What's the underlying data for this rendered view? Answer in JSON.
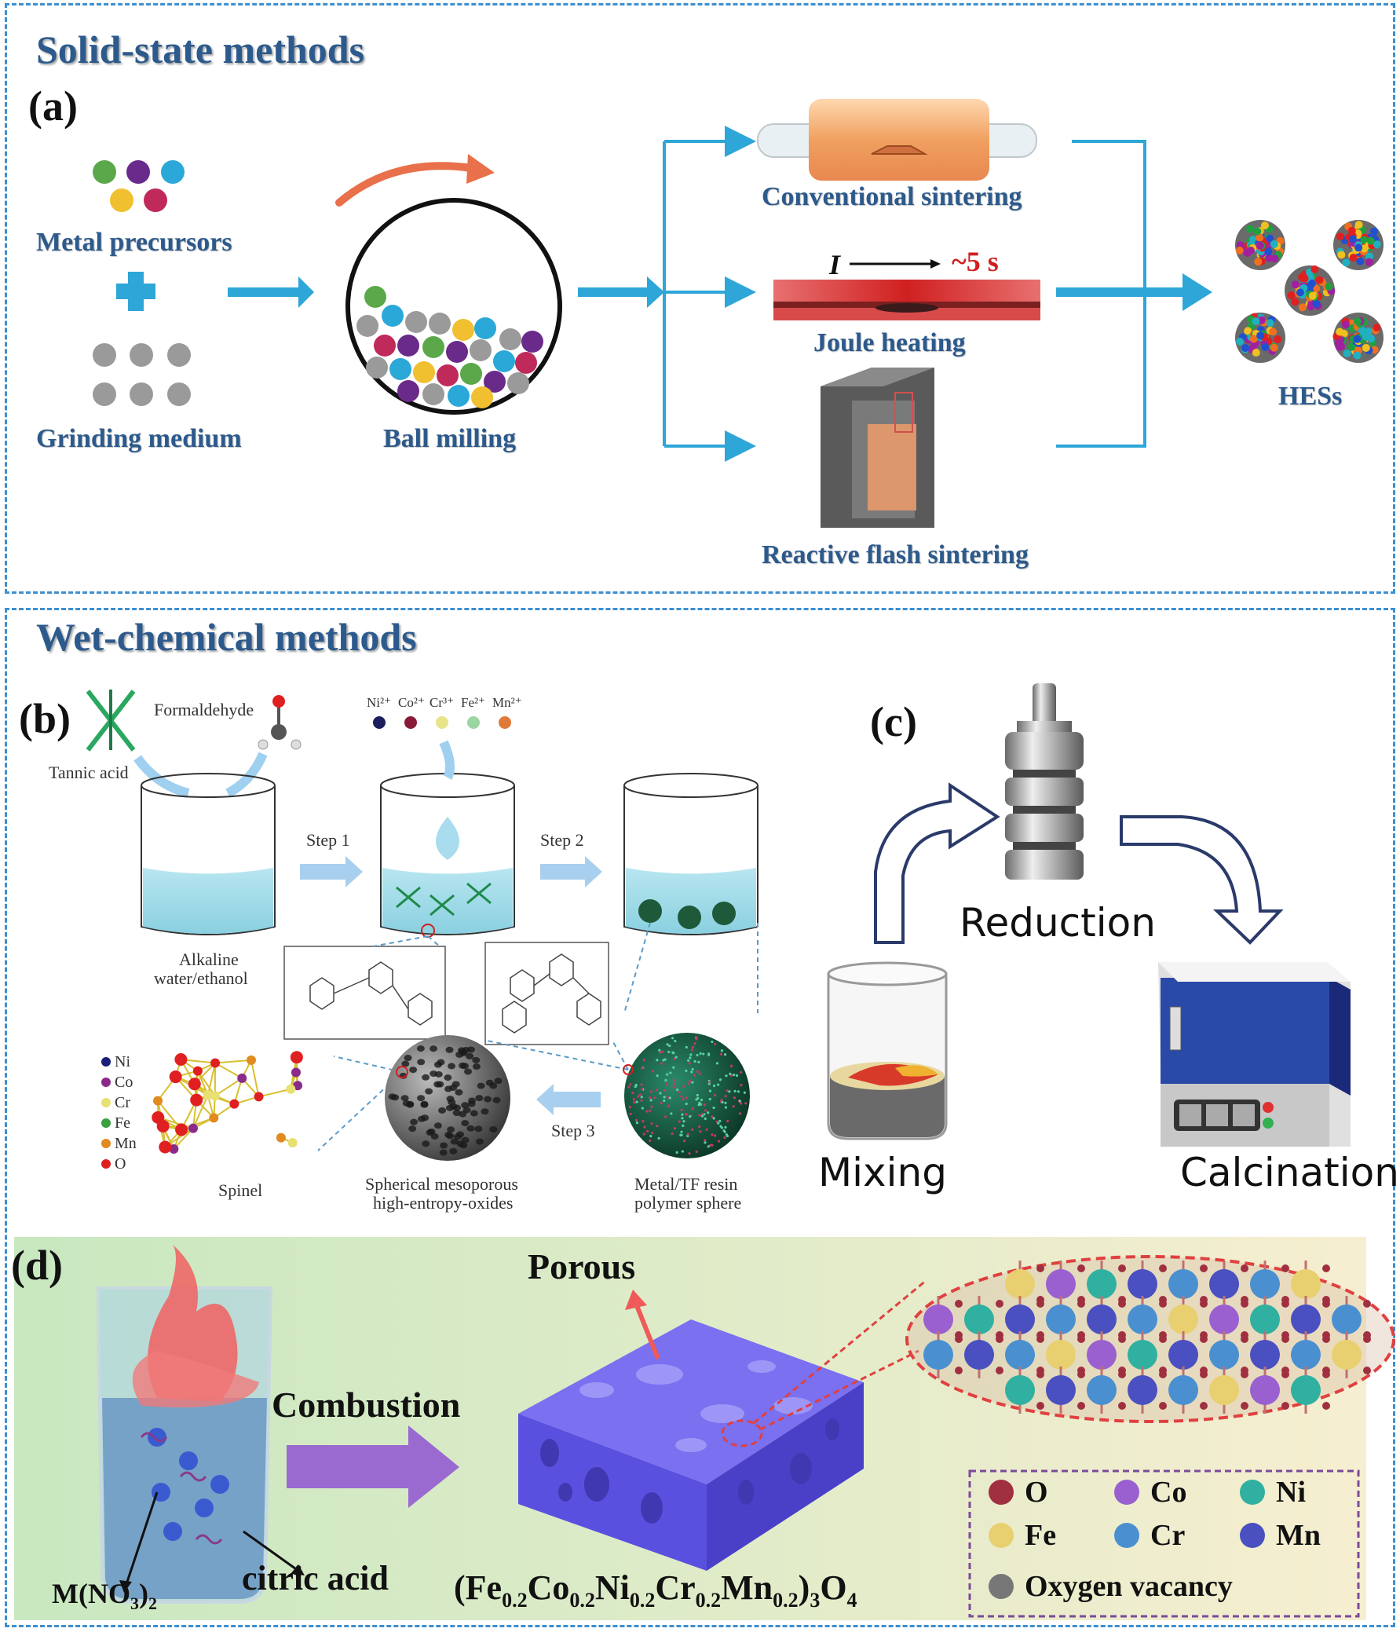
{
  "sections": {
    "solid_title": "Solid-state methods",
    "wet_title": "Wet-chemical methods"
  },
  "panel_a": {
    "tag": "(a)",
    "metal_precursors": "Metal precursors",
    "grinding_medium": "Grinding medium",
    "ball_milling": "Ball milling",
    "conventional_sintering": "Conventional sintering",
    "joule_heating": "Joule heating",
    "current_symbol": "I",
    "time_label": "~5 s",
    "reactive_flash_sintering": "Reactive flash sintering",
    "hess": "HESs"
  },
  "panel_b": {
    "tag": "(b)",
    "formaldehyde": "Formaldehyde",
    "tannic_acid": "Tannic acid",
    "ions": [
      "Ni²⁺",
      "Co²⁺",
      "Cr³⁺",
      "Fe²⁺",
      "Mn²⁺"
    ],
    "ion_colors": [
      "#1b1f5e",
      "#8a1a3a",
      "#e8e48a",
      "#9ad6a0",
      "#e07a3a"
    ],
    "step1": "Step 1",
    "step2": "Step 2",
    "step3": "Step 3",
    "alkaline_line1": "Alkaline",
    "alkaline_line2": "water/ethanol",
    "legend": [
      {
        "label": "Ni",
        "color": "#1b1f7a"
      },
      {
        "label": "Co",
        "color": "#8a2a8a"
      },
      {
        "label": "Cr",
        "color": "#e8e070"
      },
      {
        "label": "Fe",
        "color": "#3aa040"
      },
      {
        "label": "Mn",
        "color": "#e08a20"
      },
      {
        "label": "O",
        "color": "#e02020"
      }
    ],
    "spinel": "Spinel",
    "mesoporous_line1": "Spherical mesoporous",
    "mesoporous_line2": "high-entropy-oxides",
    "resin_line1": "Metal/TF resin",
    "resin_line2": "polymer sphere"
  },
  "panel_c": {
    "tag": "(c)",
    "reduction": "Reduction",
    "mixing": "Mixing",
    "calcination": "Calcination"
  },
  "panel_d": {
    "tag": "(d)",
    "porous": "Porous",
    "combustion": "Combustion",
    "m_no3": "M(NO",
    "m_no3_sub": "3",
    "m_no3_end": ")",
    "m_no3_sub2": "2",
    "citric_acid": "citric acid",
    "formula_parts": [
      {
        "t": "(Fe",
        "sub": "0.2"
      },
      {
        "t": "Co",
        "sub": "0.2"
      },
      {
        "t": "Ni",
        "sub": "0.2"
      },
      {
        "t": "Cr",
        "sub": "0.2"
      },
      {
        "t": "Mn",
        "sub": "0.2"
      },
      {
        "t": ")",
        "sub": "3"
      },
      {
        "t": "O",
        "sub": "4"
      }
    ],
    "legend": [
      {
        "label": "O",
        "color": "#a03040"
      },
      {
        "label": "Co",
        "color": "#9a60d0"
      },
      {
        "label": "Ni",
        "color": "#30b0a0"
      },
      {
        "label": "Fe",
        "color": "#e8d070"
      },
      {
        "label": "Cr",
        "color": "#4a90d0"
      },
      {
        "label": "Mn",
        "color": "#4a50c0"
      },
      {
        "label": "Oxygen vacancy",
        "color": "#777777"
      }
    ]
  }
}
